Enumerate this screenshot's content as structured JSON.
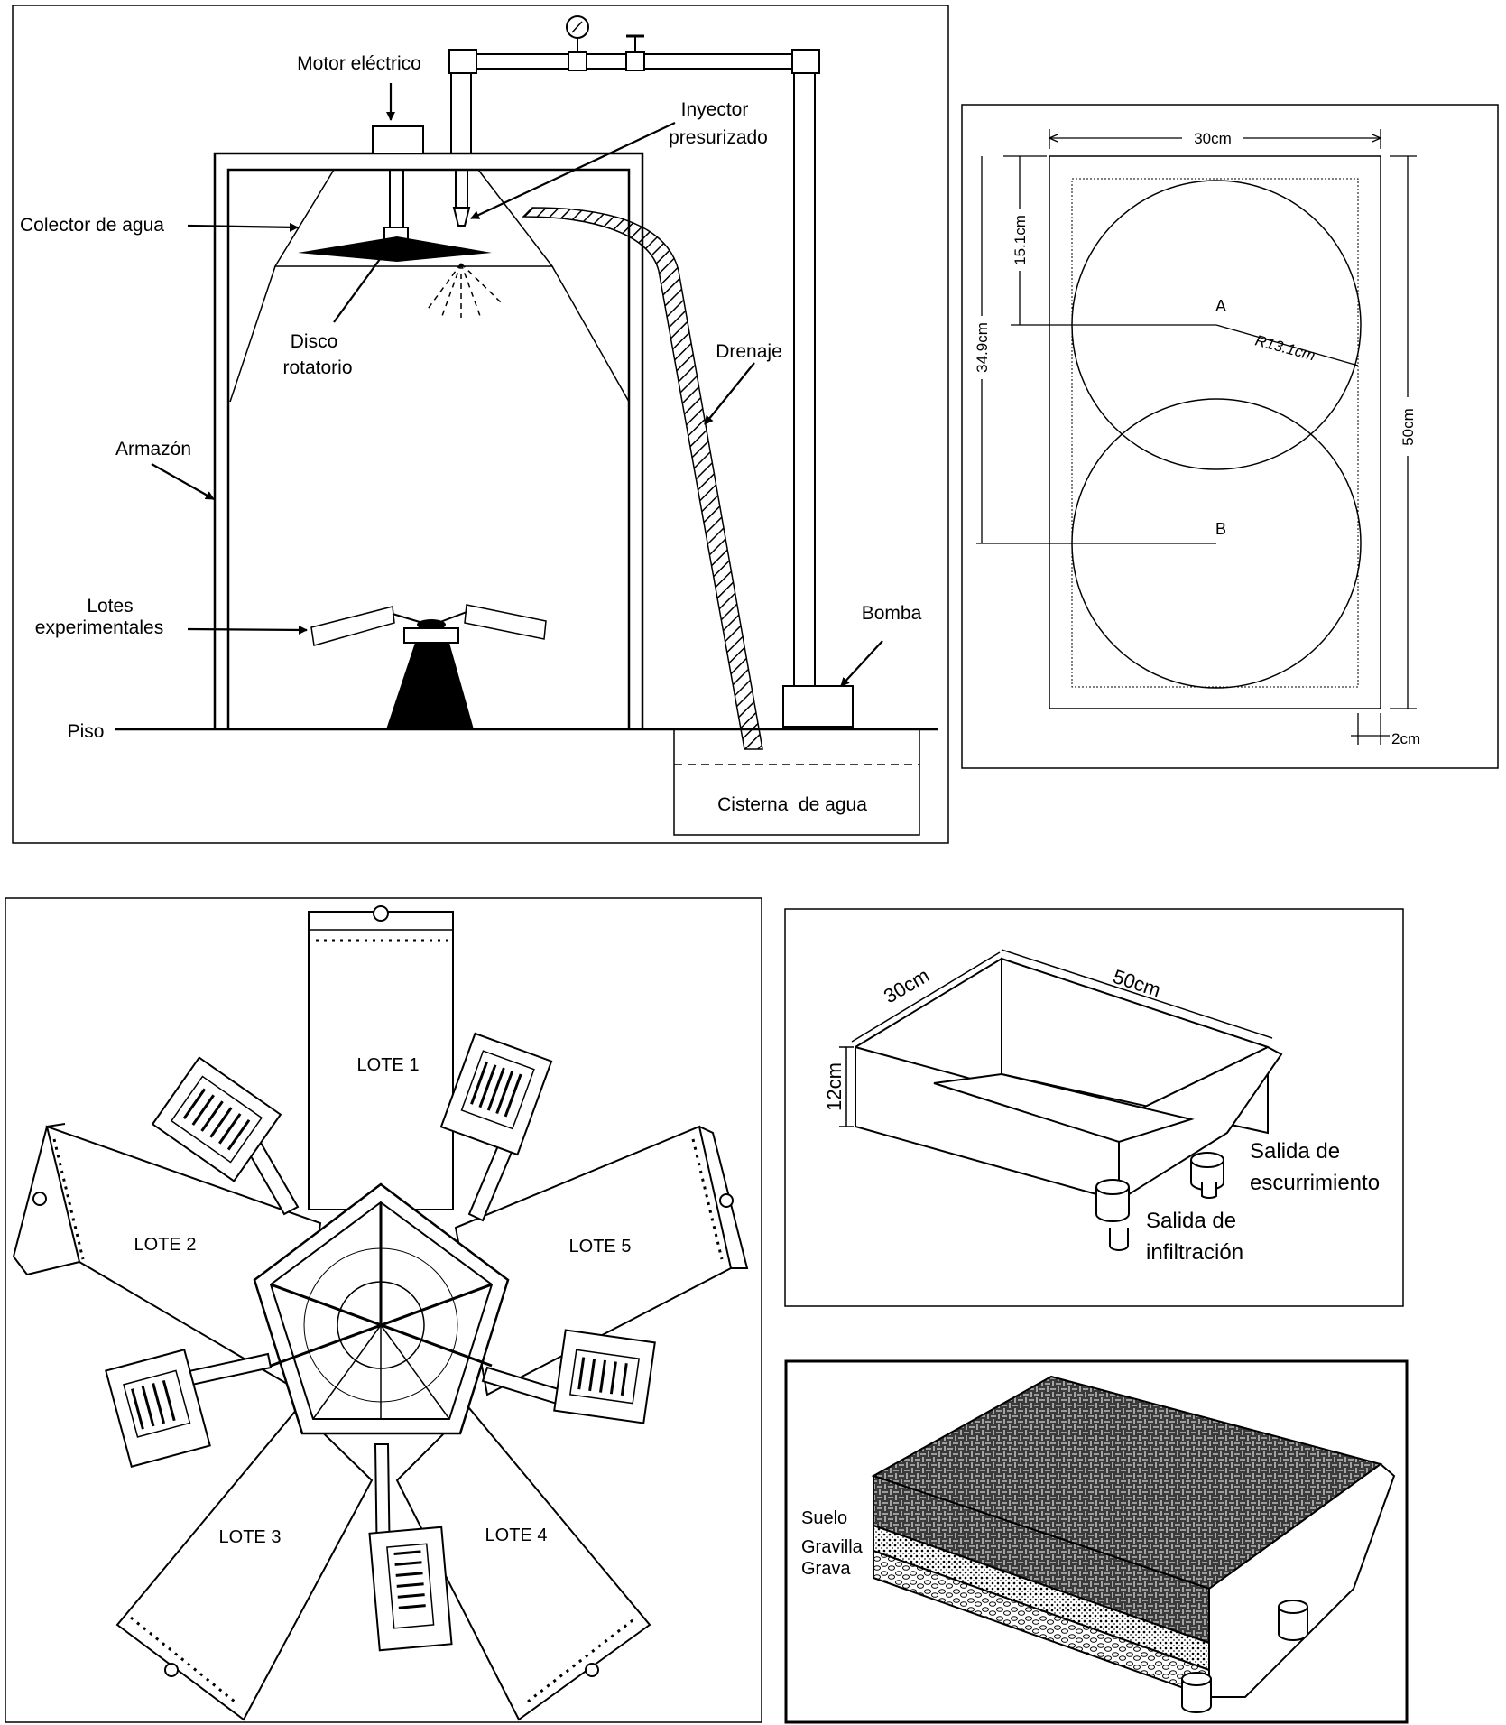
{
  "panel_simulator": {
    "motor": "Motor eléctrico",
    "injector_line1": "Inyector",
    "injector_line2": "presurizado",
    "collector": "Colector de agua",
    "disc_line1": "Disco",
    "disc_line2": "rotatorio",
    "drain": "Drenaje",
    "frame": "Armazón",
    "lots_line1": "Lotes",
    "lots_line2": "experimentales",
    "pump": "Bomba",
    "floor": "Piso",
    "cistern": "Cisterna  de agua"
  },
  "panel_plan": {
    "width": "30cm",
    "height": "50cm",
    "offset_a": "15.1cm",
    "offset_b": "34.9cm",
    "radius": "R13.1cm",
    "margin": "2cm",
    "point_a": "A",
    "point_b": "B"
  },
  "panel_layout": {
    "lot1": "LOTE 1",
    "lot2": "LOTE 2",
    "lot3": "LOTE 3",
    "lot4": "LOTE 4",
    "lot5": "LOTE 5"
  },
  "panel_box": {
    "width": "30cm",
    "length": "50cm",
    "height": "12cm",
    "runoff_line1": "Salida de",
    "runoff_line2": "escurrimiento",
    "infiltration_line1": "Salida de",
    "infiltration_line2": "infiltración"
  },
  "panel_layers": {
    "soil": "Suelo",
    "fine_gravel": "Gravilla",
    "gravel": "Grava"
  }
}
